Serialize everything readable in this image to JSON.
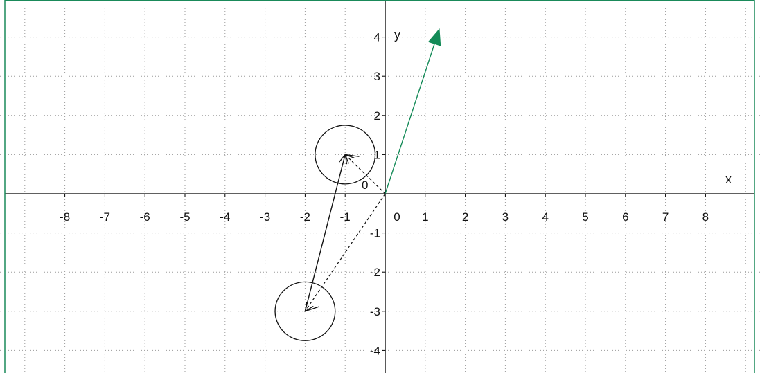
{
  "colors": {
    "frame": "#1a8a5a",
    "green_vector": "#138a57",
    "ink": "#111111",
    "grid": "#9a9a9a"
  },
  "axes": {
    "x_label": "x",
    "y_label": "y",
    "xlim": [
      -9.6,
      9.0
    ],
    "ylim": [
      -4.5,
      4.95
    ],
    "x_ticks": [
      -8,
      -7,
      -6,
      -5,
      -4,
      -3,
      -2,
      -1,
      0,
      1,
      2,
      3,
      4,
      5,
      6,
      7,
      8
    ],
    "y_ticks": [
      -4,
      -3,
      -2,
      -1,
      0,
      1,
      2,
      3,
      4
    ],
    "x_tick_labels": [
      "-8",
      "-7",
      "-6",
      "-5",
      "-4",
      "-3",
      "-2",
      "-1",
      "0",
      "1",
      "2",
      "3",
      "4",
      "5",
      "6",
      "7",
      "8"
    ],
    "y_tick_labels": [
      "-4",
      "-3",
      "-2",
      "-1",
      "0",
      "1",
      "2",
      "3",
      "4"
    ],
    "origin_label": "0",
    "grid": true
  },
  "circles": [
    {
      "name": "circle-upper",
      "center": [
        -1,
        1
      ],
      "radius": 0.75
    },
    {
      "name": "circle-lower",
      "center": [
        -2,
        -3
      ],
      "radius": 0.75
    }
  ],
  "vectors": [
    {
      "name": "green-vector",
      "from": [
        0,
        0
      ],
      "to": [
        1.35,
        4.2
      ],
      "style": "solid",
      "color": "green",
      "head": "filled"
    },
    {
      "name": "vector-lower-to-upper",
      "from": [
        -2,
        -3
      ],
      "to": [
        -1,
        1
      ],
      "style": "solid",
      "color": "black",
      "head": "open"
    },
    {
      "name": "dashed-origin-to-upper",
      "from": [
        0,
        0
      ],
      "to": [
        -1,
        1
      ],
      "style": "dashed",
      "color": "black",
      "head": "open"
    },
    {
      "name": "dashed-origin-to-lower",
      "from": [
        0,
        0
      ],
      "to": [
        -2,
        -3
      ],
      "style": "dashed",
      "color": "black",
      "head": "open"
    }
  ],
  "strokes": [
    {
      "name": "tick-mark-upper",
      "from": [
        -1,
        1
      ],
      "to": [
        -0.65,
        0.95
      ]
    },
    {
      "name": "tick-mark-lower",
      "from": [
        -2,
        -3
      ],
      "to": [
        -1.65,
        -2.88
      ]
    }
  ]
}
